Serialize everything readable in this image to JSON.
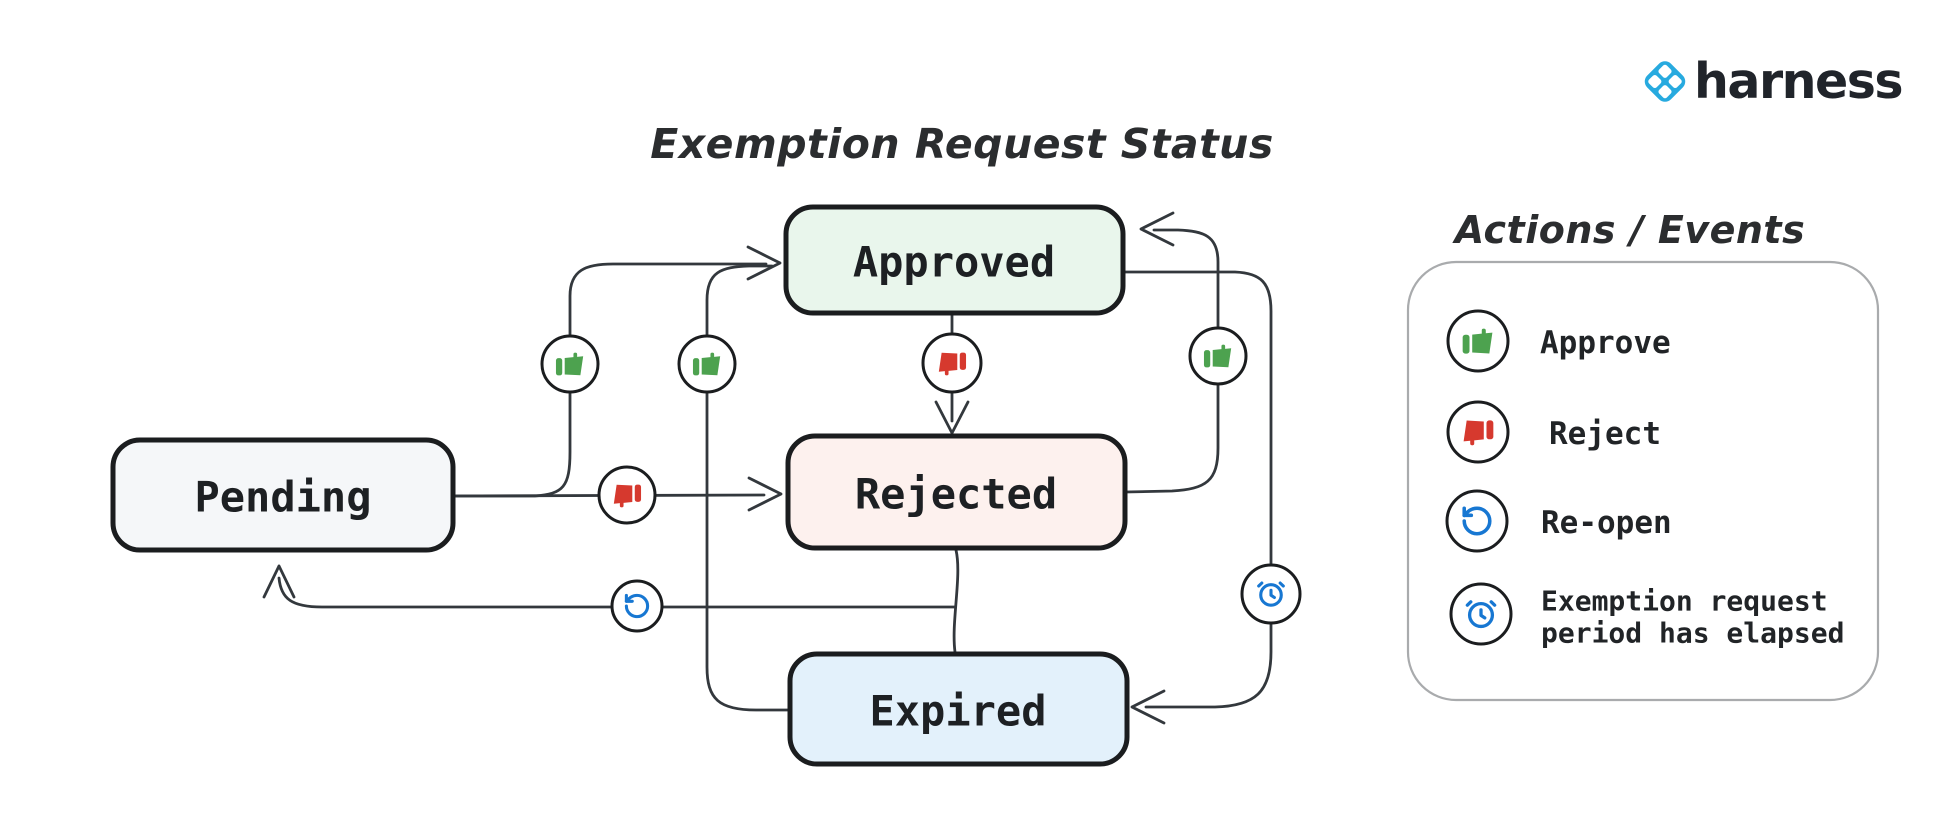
{
  "brand": {
    "name": "harness",
    "logo_color": "#27aadf",
    "text_color": "#20242a"
  },
  "title": "Exemption Request Status",
  "states": {
    "pending": {
      "label": "Pending",
      "fill": "#f5f7f9"
    },
    "approved": {
      "label": "Approved",
      "fill": "#e9f6ec"
    },
    "rejected": {
      "label": "Rejected",
      "fill": "#fdf1ee"
    },
    "expired": {
      "label": "Expired",
      "fill": "#e3f1fb"
    }
  },
  "transitions": [
    {
      "from": "Pending",
      "to": "Approved",
      "action": "Approve"
    },
    {
      "from": "Pending",
      "to": "Rejected",
      "action": "Reject"
    },
    {
      "from": "Approved",
      "to": "Rejected",
      "action": "Reject"
    },
    {
      "from": "Rejected",
      "to": "Approved",
      "action": "Approve"
    },
    {
      "from": "Expired",
      "to": "Approved",
      "action": "Approve"
    },
    {
      "from": "Rejected",
      "to": "Pending",
      "action": "Re-open"
    },
    {
      "from": "Rejected",
      "to": "Expired",
      "action": ""
    },
    {
      "from": "Approved",
      "to": "Expired",
      "action": "Exemption request period has elapsed"
    }
  ],
  "legend": {
    "title": "Actions / Events",
    "items": [
      {
        "icon": "thumbs-up-icon",
        "label": "Approve",
        "color": "#4da24f"
      },
      {
        "icon": "thumbs-down-icon",
        "label": "Reject",
        "color": "#d6392e"
      },
      {
        "icon": "rotate-ccw-icon",
        "label": "Re-open",
        "color": "#1777d2"
      },
      {
        "icon": "alarm-clock-icon",
        "label": "Exemption request period has elapsed",
        "label_line1": "Exemption request",
        "label_line2": "period has elapsed",
        "color": "#1777d2"
      }
    ]
  },
  "colors": {
    "approve_green": "#4da24f",
    "reject_red": "#d6392e",
    "event_blue": "#1777d2",
    "edge_stroke": "#33383d",
    "box_border": "#1b1d1f",
    "legend_border": "#a9abad"
  }
}
